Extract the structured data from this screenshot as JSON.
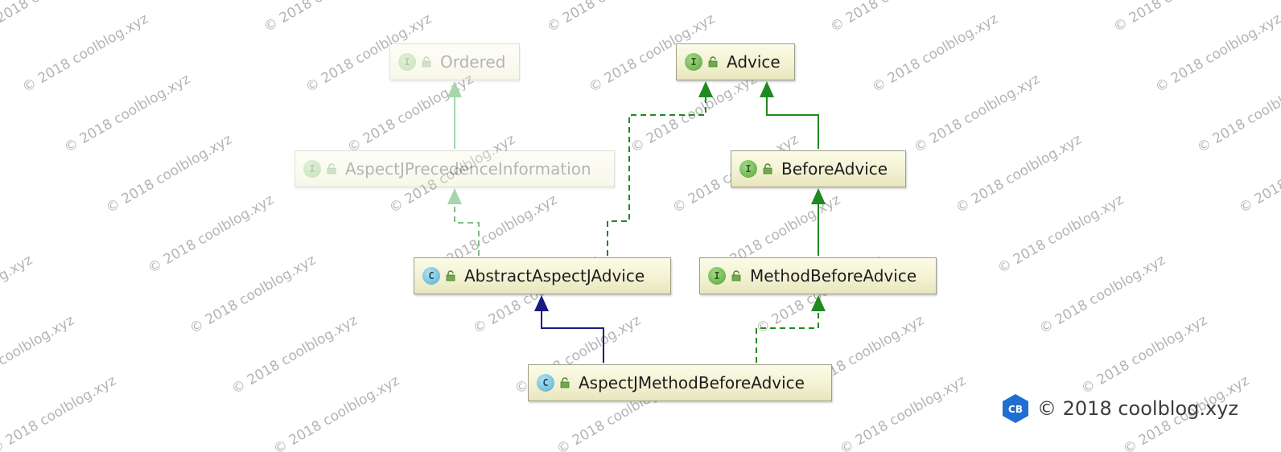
{
  "diagram": {
    "nodes": {
      "ordered": {
        "kind": "I",
        "label": "Ordered"
      },
      "advice": {
        "kind": "I",
        "label": "Advice"
      },
      "aspectj_precedence": {
        "kind": "I",
        "label": "AspectJPrecedenceInformation"
      },
      "before_advice": {
        "kind": "I",
        "label": "BeforeAdvice"
      },
      "abstract_aspectj_advice": {
        "kind": "C",
        "label": "AbstractAspectJAdvice"
      },
      "method_before_advice": {
        "kind": "I",
        "label": "MethodBeforeAdvice"
      },
      "aspectj_method_before_advice": {
        "kind": "C",
        "label": "AspectJMethodBeforeAdvice"
      }
    },
    "colors": {
      "extends_interface": "#1f8a1f",
      "extends_class": "#1a1a80",
      "faded_edge": "#9fd3a8"
    }
  },
  "watermark": {
    "text": "© 2018 coolblog.xyz"
  },
  "credit": {
    "logo_text": "CB",
    "text": "© 2018 coolblog.xyz"
  }
}
